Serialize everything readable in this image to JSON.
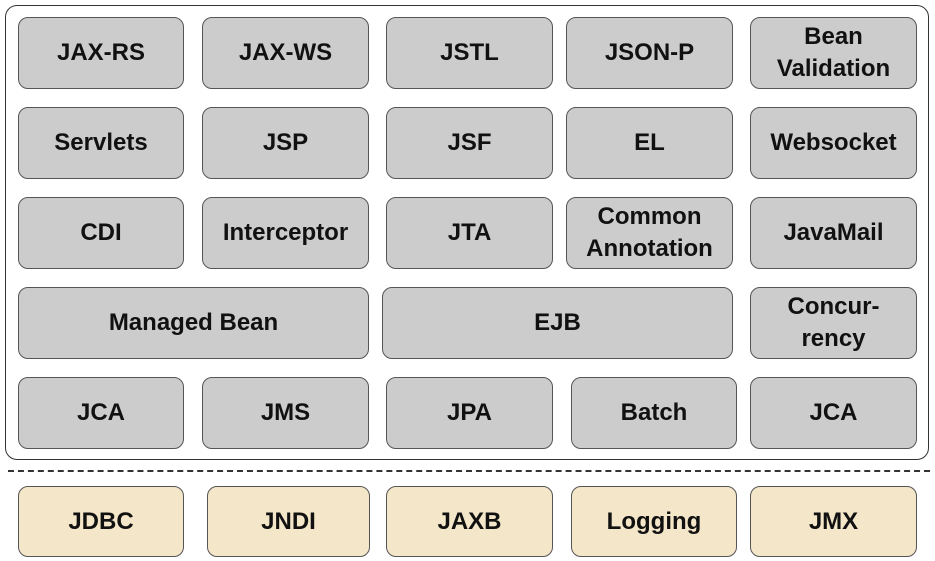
{
  "rows": [
    [
      "JAX-RS",
      "JAX-WS",
      "JSTL",
      "JSON-P",
      "Bean\nValidation"
    ],
    [
      "Servlets",
      "JSP",
      "JSF",
      "EL",
      "Websocket"
    ],
    [
      "CDI",
      "Interceptor",
      "JTA",
      "Common\nAnnotation",
      "JavaMail"
    ],
    [
      "Managed Bean",
      "EJB",
      "Concur-\nrency"
    ],
    [
      "JCA",
      "JMS",
      "JPA",
      "Batch",
      "JCA"
    ]
  ],
  "base": [
    "JDBC",
    "JNDI",
    "JAXB",
    "Logging",
    "JMX"
  ],
  "colors": {
    "component_fill": "#cccccc",
    "base_fill": "#f4e6c8",
    "border": "#555555"
  }
}
